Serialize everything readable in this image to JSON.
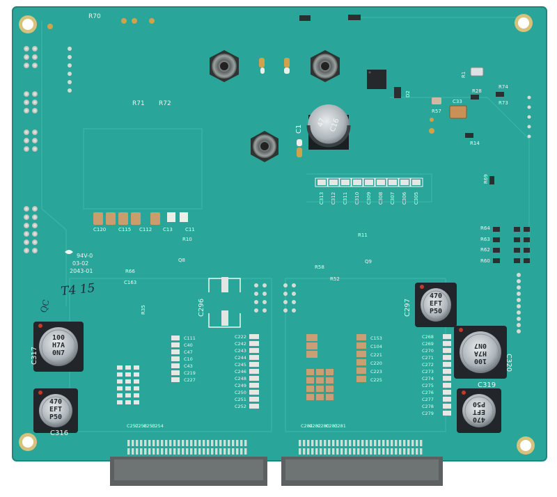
{
  "board": {
    "colors": {
      "pcb": "#2aa59a",
      "pcb_dark": "#1f8e84",
      "silkscreen": "#f2f5f1",
      "pad": "#c9cfc9",
      "connector": "#5c6060",
      "copper": "#d1a24a"
    },
    "marking": {
      "line1": "94V-0",
      "line2": "03-02",
      "line3": "2043-01"
    },
    "handwritten": "T4 15",
    "qc_stamp": "QC",
    "labels": {
      "r70": "R70",
      "r71": "R71",
      "r72": "R72",
      "c1": "C1",
      "r1": "R1",
      "r28": "R28",
      "r74": "R74",
      "r73": "R73",
      "r57": "R57",
      "c33": "C33",
      "r14": "R14",
      "r69": "R69",
      "d2": "D2",
      "c296": "C296",
      "c297": "C297",
      "c317": "C317",
      "c316": "C316",
      "c319": "C319",
      "c320": "C320",
      "q8": "Q8",
      "q9": "Q9",
      "r10": "R10",
      "r11": "R11",
      "r52": "R52",
      "r58": "R58",
      "r64": "R64",
      "r63": "R63",
      "r62": "R62",
      "r60": "R60",
      "c120": "C120",
      "c115": "C115",
      "c112": "C112",
      "c13": "C13",
      "c11": "C11",
      "c163": "C163",
      "r66": "R66",
      "r35": "R35"
    },
    "caps": {
      "c317": {
        "top": "100",
        "mid": "H7A",
        "bot": "0N7"
      },
      "c316": {
        "top": "470",
        "mid": "EFT",
        "bot": "P50"
      },
      "c297": {
        "top": "470",
        "mid": "EFT",
        "bot": "P50"
      },
      "c320": {
        "top": "100",
        "mid": "H7A",
        "bot": "0N7"
      },
      "c319": {
        "top": "470",
        "mid": "EFT",
        "bot": "P50"
      },
      "c1": {
        "top": "47",
        "mid": "C16"
      }
    },
    "bank_labels": [
      "C313",
      "C312",
      "C311",
      "C310",
      "C309",
      "C308",
      "C307",
      "C306",
      "C305"
    ],
    "left_cap_column": [
      "C111",
      "C40",
      "C47",
      "C10",
      "C43",
      "C219",
      "C227"
    ],
    "mid_cap_column": [
      "C222",
      "C242",
      "C243",
      "C244",
      "C245",
      "C246",
      "C248",
      "C249",
      "C250",
      "C251",
      "C252"
    ],
    "right_cap_column": [
      "C153",
      "C104",
      "C221",
      "C220",
      "C223",
      "C225"
    ],
    "far_right_column": [
      "C268",
      "C269",
      "C270",
      "C271",
      "C272",
      "C273",
      "C274",
      "C275",
      "C276",
      "C277",
      "C278",
      "C279"
    ],
    "bottom_left_row": [
      "C257",
      "C258",
      "C253",
      "C254"
    ],
    "bottom_mid_row": [
      "C284",
      "C282",
      "C280",
      "C283",
      "C281"
    ]
  }
}
